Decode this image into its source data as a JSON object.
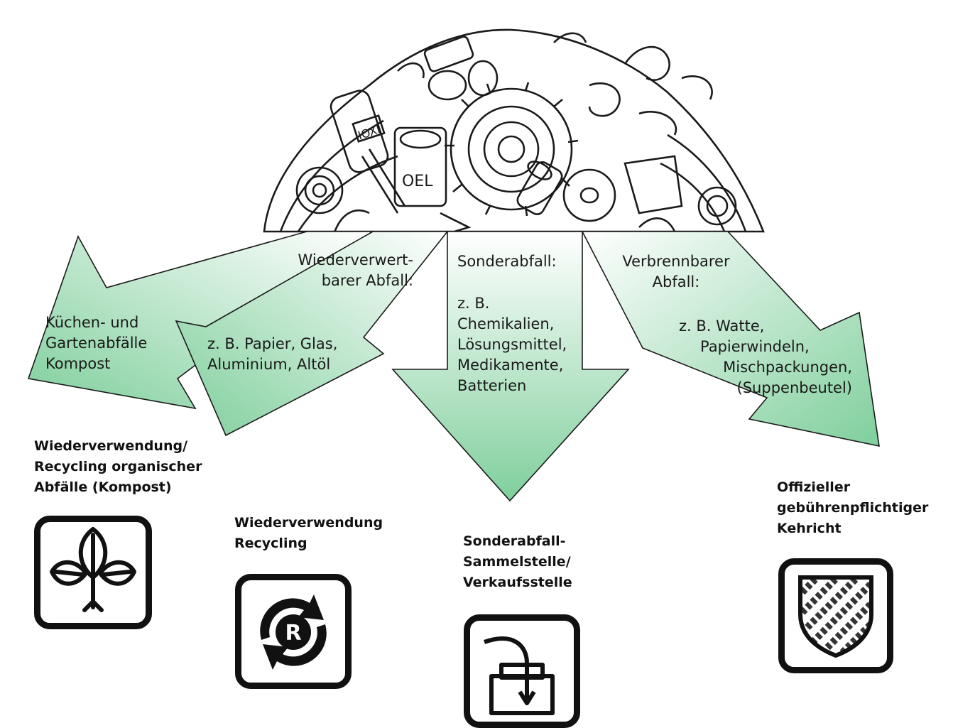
{
  "colors": {
    "arrow_light": "#ffffff",
    "arrow_dark": "#7fcf9c",
    "stroke": "#1a1a1a"
  },
  "arrows": {
    "compost": {
      "lines": [
        "Küchen- und",
        "Gartenabfälle",
        "Kompost"
      ]
    },
    "recyclable": {
      "title_lines": [
        "Wiederverwert-",
        "barer Abfall:"
      ],
      "lines": [
        "z. B. Papier, Glas,",
        "Aluminium, Altöl"
      ]
    },
    "special": {
      "title_lines": [
        "Sonderabfall:"
      ],
      "lines": [
        "z. B.",
        "Chemikalien,",
        "Lösungsmittel,",
        "Medikamente,",
        "Batterien"
      ]
    },
    "combustible": {
      "title_lines": [
        "Verbrennbarer",
        "Abfall:"
      ],
      "lines": [
        "z. B. Watte,",
        "Papierwindeln,",
        "Mischpackungen,",
        "(Suppenbeutel)"
      ]
    }
  },
  "captions": {
    "compost": [
      "Wiederverwendung/",
      "Recycling organischer",
      "Abfälle (Kompost)"
    ],
    "recycling": [
      "Wiederverwendung",
      "Recycling"
    ],
    "special": [
      "Sonderabfall-",
      "Sammelstelle/",
      "Verkaufsstelle"
    ],
    "official": [
      "Offizieller",
      "gebührenpflichtiger",
      "Kehricht"
    ]
  },
  "icons": {
    "compost": "three-leaf-plant-icon",
    "recycling": "recycle-r-icon",
    "special": "collection-container-icon",
    "official": "woven-shield-icon",
    "rim_letter": "R"
  },
  "illustration": {
    "label_a": "OEL",
    "label_b": "IOXI"
  }
}
